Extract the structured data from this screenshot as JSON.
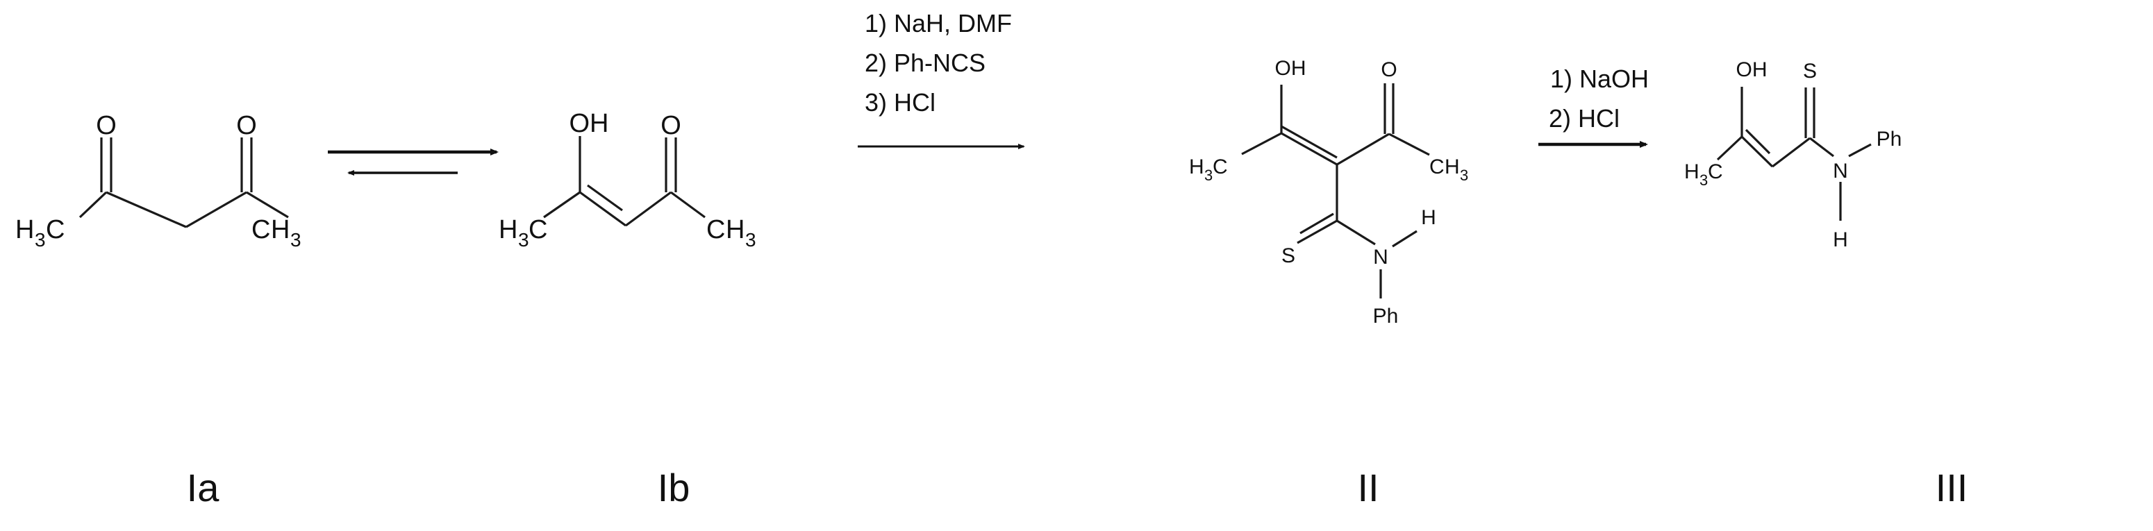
{
  "diagram": {
    "type": "reaction-scheme",
    "colors": {
      "ink": "#111111",
      "background": "#ffffff"
    },
    "compounds": [
      {
        "id": "Ia",
        "label": "Ia",
        "atoms": {
          "o1": "O",
          "o2": "O",
          "left_methyl": "H3C",
          "right_methyl": "CH3"
        }
      },
      {
        "id": "Ib",
        "label": "Ib",
        "atoms": {
          "oh": "OH",
          "o": "O",
          "left_methyl": "H3C",
          "right_methyl": "CH3"
        }
      },
      {
        "id": "II",
        "label": "II",
        "atoms": {
          "oh": "OH",
          "o": "O",
          "left_methyl": "H3C",
          "right_methyl": "CH3",
          "s": "S",
          "n": "N",
          "h": "H",
          "ph": "Ph"
        }
      },
      {
        "id": "III",
        "label": "III",
        "atoms": {
          "oh": "OH",
          "s": "S",
          "left_methyl": "H3C",
          "n": "N",
          "h": "H",
          "ph": "Ph"
        }
      }
    ],
    "arrows": [
      {
        "from": "Ia",
        "to": "Ib",
        "kind": "equilibrium"
      },
      {
        "from": "Ib",
        "to": "II",
        "kind": "forward",
        "conditions": [
          "1)  NaH, DMF",
          "2)  Ph-NCS",
          "3)  HCl"
        ]
      },
      {
        "from": "II",
        "to": "III",
        "kind": "forward",
        "conditions": [
          "1)  NaOH",
          "2)  HCl"
        ]
      }
    ]
  }
}
